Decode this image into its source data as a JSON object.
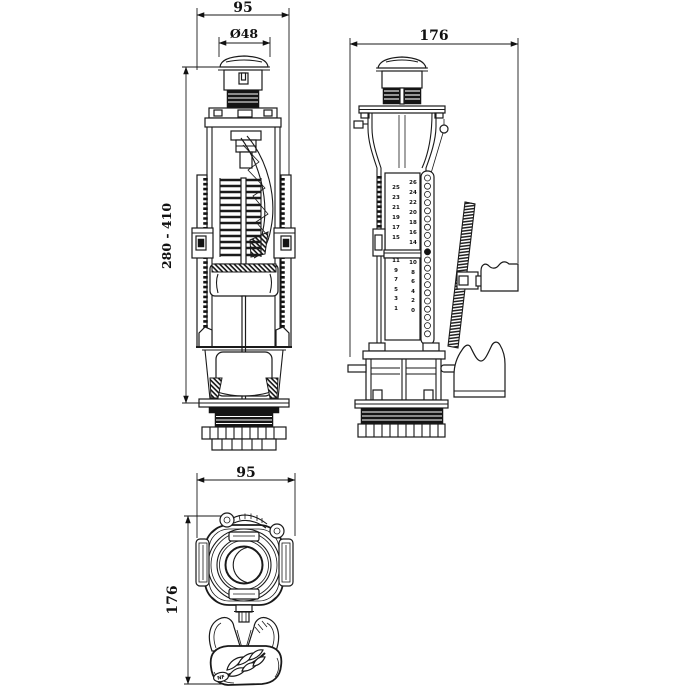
{
  "drawing": {
    "front_view": {
      "width_mm": "95",
      "button_diameter": "Ø48",
      "height_range": "280 - 410"
    },
    "side_view": {
      "width_mm": "176",
      "scale_upper_left": [
        "25",
        "23",
        "21",
        "19",
        "17",
        "15"
      ],
      "scale_upper_right": [
        "26",
        "24",
        "22",
        "20",
        "18",
        "16",
        "14"
      ],
      "scale_lower_left": [
        "11",
        "9",
        "7",
        "5",
        "3",
        "1"
      ],
      "scale_lower_right": [
        "10",
        "8",
        "6",
        "4",
        "2",
        "0"
      ]
    },
    "bottom_view": {
      "width_mm": "95",
      "depth_mm": "176",
      "certification_mark": "NF"
    },
    "colors": {
      "line": "#1a1a1a",
      "background": "#ffffff"
    }
  }
}
